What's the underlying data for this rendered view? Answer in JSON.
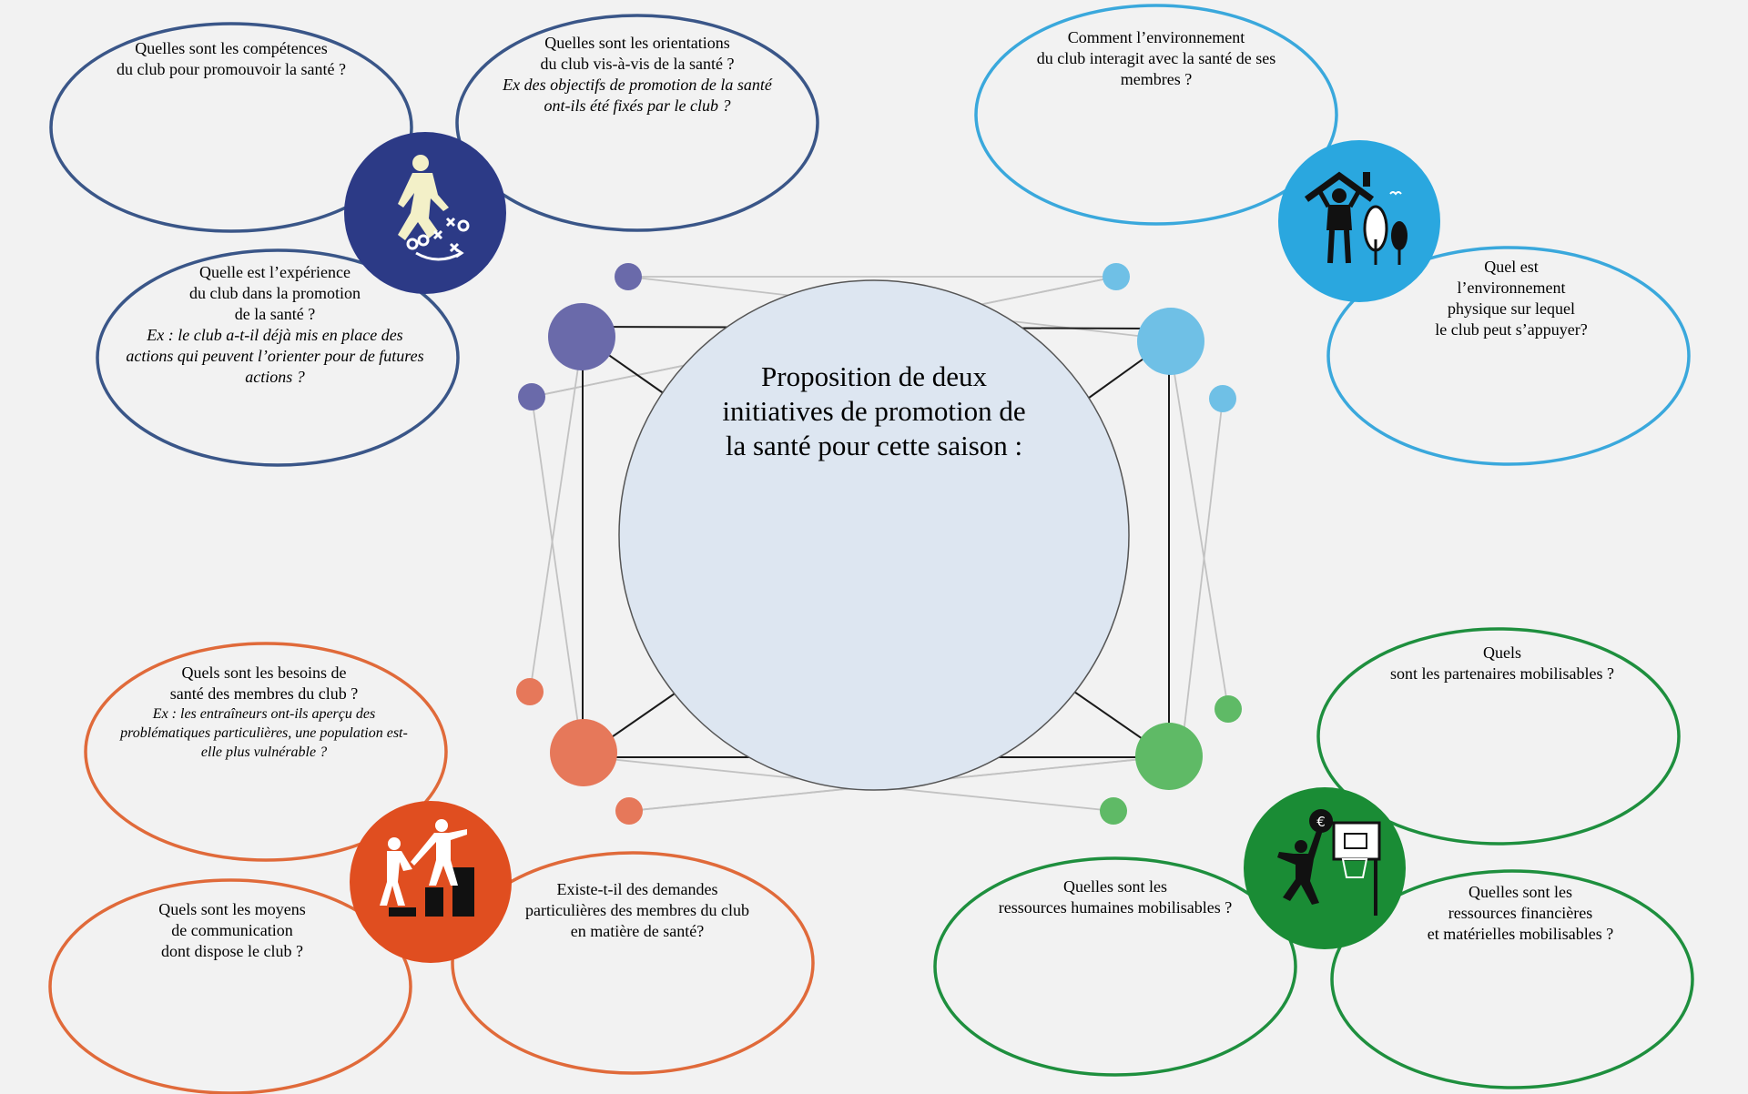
{
  "colors": {
    "background": "#f2f2f2",
    "competences": "#3a5688",
    "environment": "#3aa8dc",
    "needs": "#e06a3a",
    "resources": "#1e8f3e",
    "center_fill": "#dde6f1",
    "center_stroke": "#555555",
    "icon_navy": "#2c3a86",
    "icon_cyan": "#2aa7df",
    "icon_orange": "#e04e20",
    "icon_green": "#1a8c35"
  },
  "center": {
    "title": "Proposition de deux\ninitiatives de promotion de\nla santé pour cette saison :"
  },
  "groups": {
    "competences": {
      "icon": "football-player-tactics-icon",
      "bubbles": [
        {
          "question": "Quelles sont les compétences\ndu club pour promouvoir la santé ?",
          "example": ""
        },
        {
          "question": "Quelles sont les orientations\ndu club vis-à-vis de la santé ?",
          "example": "Ex des objectifs de promotion de la santé\nont-ils été fixés par le club ?"
        },
        {
          "question": "Quelle est l’expérience\ndu club dans la promotion\nde la santé ?",
          "example": "Ex : le club a-t-il déjà mis en place des\nactions qui peuvent l’orienter pour de futures\nactions ?"
        }
      ]
    },
    "environment": {
      "icon": "person-house-trees-icon",
      "bubbles": [
        {
          "question": "Comment l’environnement\ndu club interagit avec la santé de ses\nmembres ?",
          "example": ""
        },
        {
          "question": "Quel est\nl’environnement\nphysique sur lequel\nle club peut s’appuyer?",
          "example": ""
        }
      ]
    },
    "needs": {
      "icon": "helping-hand-steps-icon",
      "bubbles": [
        {
          "question": "Quels sont les besoins de\nsanté des membres du club ?",
          "example": "Ex : les entraîneurs ont-ils aperçu des\nproblématiques particulières, une population est-\nelle plus vulnérable ?"
        },
        {
          "question": "Quels sont les moyens\nde communication\ndont dispose le club ?",
          "example": ""
        },
        {
          "question": "Existe-t-il des demandes\nparticulières des membres du club\nen matière de santé?",
          "example": ""
        }
      ]
    },
    "resources": {
      "icon": "basketball-euro-player-icon",
      "euro_symbol": "€",
      "bubbles": [
        {
          "question": "Quels\nsont les partenaires mobilisables ?",
          "example": ""
        },
        {
          "question": "Quelles sont les\nressources humaines mobilisables ?",
          "example": ""
        },
        {
          "question": "Quelles sont les\nressources financières\net matérielles mobilisables ?",
          "example": ""
        }
      ]
    }
  }
}
